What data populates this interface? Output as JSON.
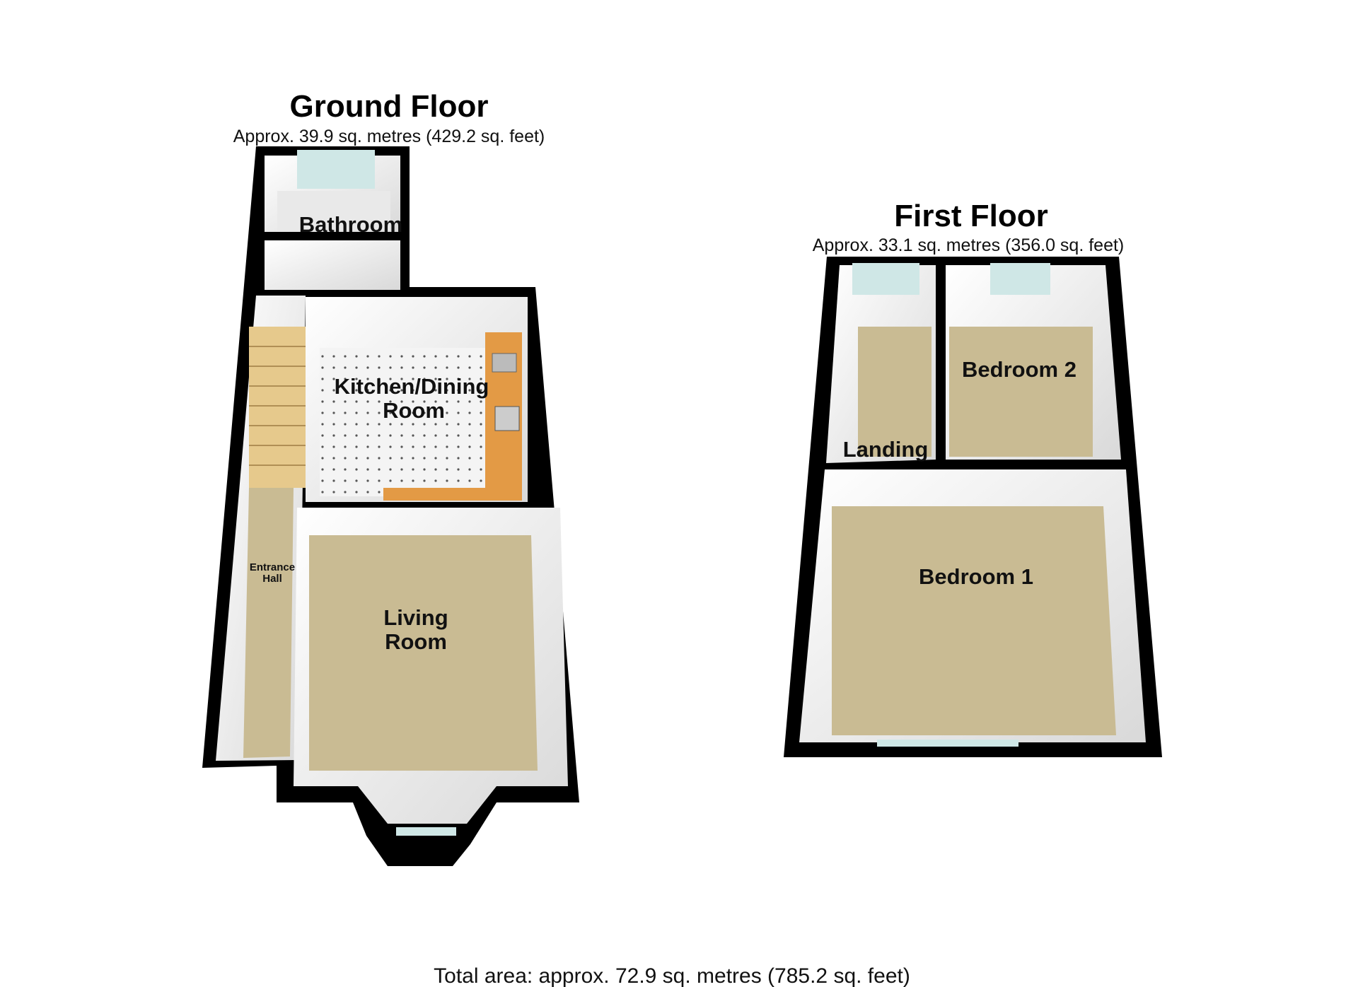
{
  "ground_floor": {
    "title": "Ground Floor",
    "area": "Approx. 39.9 sq. metres (429.2 sq. feet)",
    "rooms": {
      "bathroom": "Bathroom",
      "kitchen_line1": "Kitchen/Dining",
      "kitchen_line2": "Room",
      "entrance_line1": "Entrance",
      "entrance_line2": "Hall",
      "living_line1": "Living",
      "living_line2": "Room"
    }
  },
  "first_floor": {
    "title": "First Floor",
    "area": "Approx. 33.1 sq. metres (356.0 sq. feet)",
    "rooms": {
      "bedroom2": "Bedroom 2",
      "landing": "Landing",
      "bedroom1": "Bedroom 1"
    }
  },
  "total_area": "Total area: approx. 72.9 sq. metres (785.2 sq. feet)",
  "colors": {
    "wall": "#000000",
    "carpet": "#c9bb93",
    "inner_wall": "#eeeeee",
    "worktop": "#e39a45",
    "stairs": "#e6c98c",
    "window": "#cfe7e6"
  }
}
